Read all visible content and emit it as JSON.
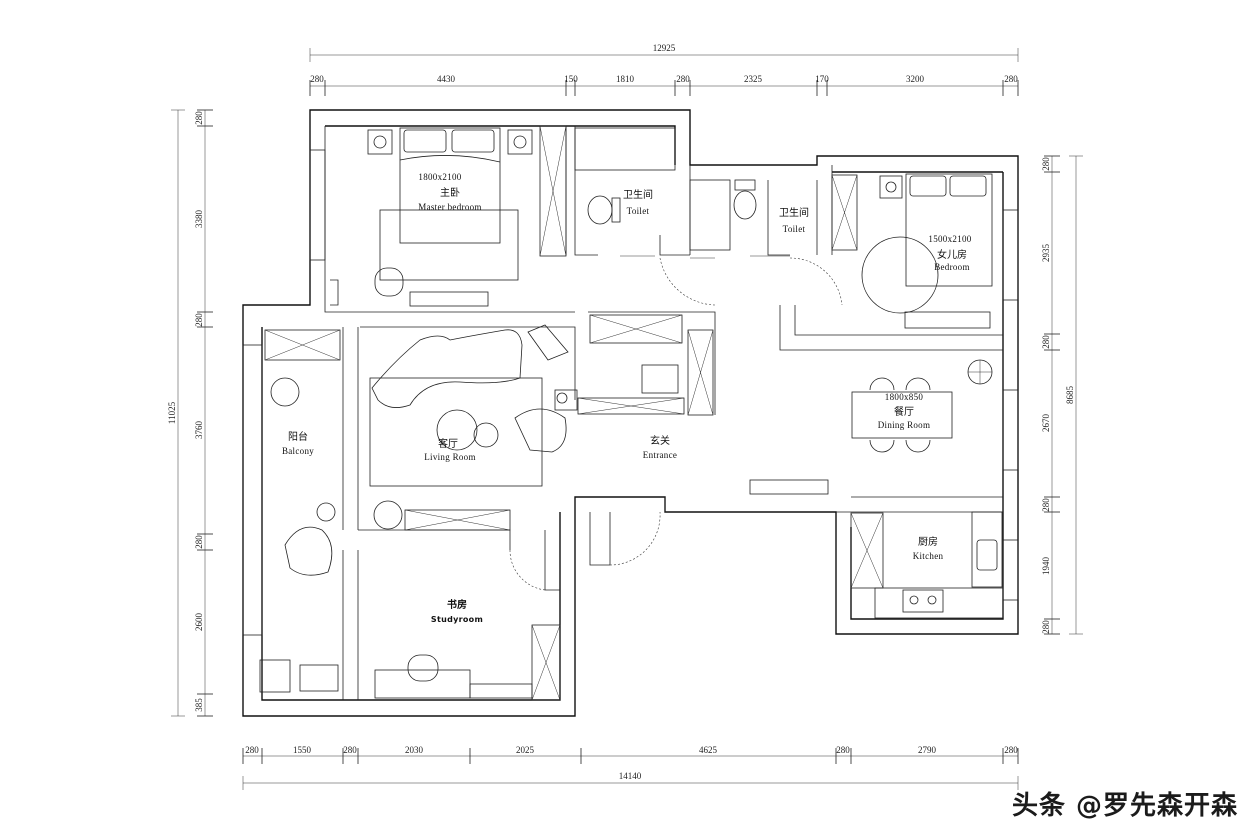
{
  "dimensions": {
    "top_total": "12925",
    "top_segments": [
      "280",
      "4430",
      "150",
      "1810",
      "280",
      "2325",
      "170",
      "3200",
      "280"
    ],
    "bottom_segments": [
      "280",
      "1550",
      "280",
      "2030",
      "2025",
      "4625",
      "280",
      "2790",
      "280"
    ],
    "bottom_total": "14140",
    "left_segments": [
      "280",
      "3380",
      "280",
      "3760",
      "280",
      "2600",
      "385"
    ],
    "left_total": "11025",
    "right_segments": [
      "280",
      "2935",
      "280",
      "2670",
      "280",
      "1940",
      "280"
    ],
    "right_total": "8685"
  },
  "rooms": {
    "master_bedroom": {
      "size": "1800x2100",
      "cn": "主卧",
      "en": "Master bedroom"
    },
    "toilet1": {
      "cn": "卫生间",
      "en": "Toilet"
    },
    "toilet2": {
      "cn": "卫生间",
      "en": "Toilet"
    },
    "girl_room": {
      "size": "1500x2100",
      "cn": "女儿房",
      "en": "Bedroom"
    },
    "living": {
      "cn": "客厅",
      "en": "Living Room"
    },
    "entrance": {
      "cn": "玄关",
      "en": "Entrance"
    },
    "dining": {
      "size": "1800x850",
      "cn": "餐厅",
      "en": "Dining Room"
    },
    "balcony": {
      "cn": "阳台",
      "en": "Balcony"
    },
    "kitchen": {
      "cn": "厨房",
      "en": "Kitchen"
    },
    "study": {
      "cn": "书房",
      "en": "Studyroom"
    }
  },
  "watermark": "头条 @罗先森开森"
}
